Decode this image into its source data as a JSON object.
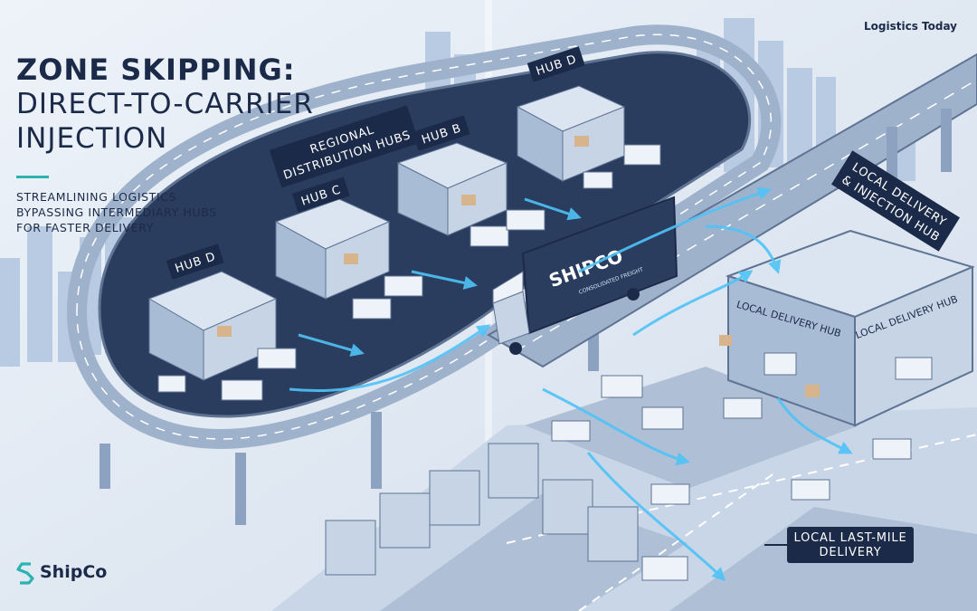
{
  "brand": "Logistics Today",
  "title": {
    "line1": "ZONE SKIPPING:",
    "line2": "DIRECT-TO-CARRIER",
    "line3": "INJECTION"
  },
  "subtitle": [
    "STREAMLINING LOGISTICS",
    "BYPASSING INTERMEDIARY HUBS",
    "FOR FASTER DELIVERY"
  ],
  "labels": {
    "regional_1": "REGIONAL",
    "regional_2": "DISTRIBUTION HUBS",
    "hub_top": "HUB D",
    "hub_b": "HUB B",
    "hub_c": "HUB C",
    "hub_left": "HUB D",
    "local_injection_1": "LOCAL DELIVERY",
    "local_injection_2": "& INJECTION HUB",
    "local_hub_front": "LOCAL DELIVERY HUB",
    "local_hub_side": "LOCAL DELIVERY HUB",
    "last_mile_1": "LOCAL LAST-MILE",
    "last_mile_2": "DELIVERY",
    "truck_brand": "SHIPCO",
    "truck_tag": "CONSOLIDATED FREIGHT"
  },
  "logo": {
    "text": "ShipCo"
  },
  "colors": {
    "navy": "#1b2a48",
    "accent": "#2bb3b1",
    "arrow": "#4fc3f7",
    "road": "#9fb2cc",
    "road_edge": "#5f7393",
    "building": "#c6d4e6",
    "building_dark": "#8da2c0",
    "box": "#d8b48c",
    "sky": "#dfe8f3"
  },
  "icons": [
    "shipco-logo-icon",
    "truck-icon",
    "arrow-icon",
    "box-icon"
  ]
}
